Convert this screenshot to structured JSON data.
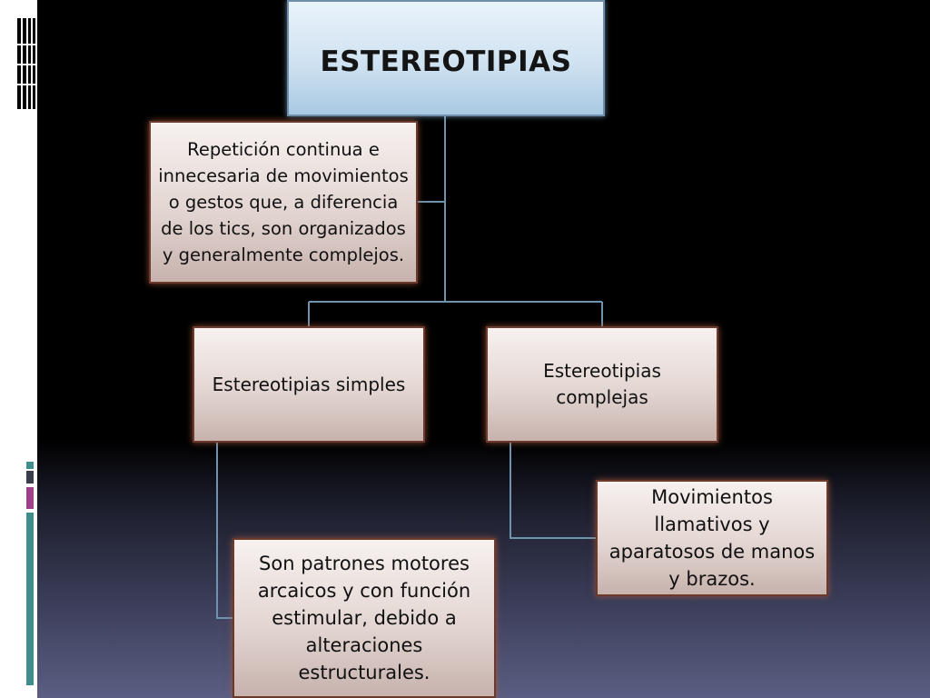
{
  "diagram": {
    "title": "ESTEREOTIPIAS",
    "definition": "Repetición continua e innecesaria de movimientos o gestos que, a diferencia de los tics, son organizados y generalmente complejos.",
    "branches": [
      {
        "label": "Estereotipias simples",
        "description": "Son patrones motores arcaicos  y con función estimular, debido a alteraciones estructurales."
      },
      {
        "label": "Estereotipias complejas",
        "description": "Movimientos llamativos y aparatosos de manos y brazos."
      }
    ]
  },
  "colors": {
    "title_fill": "#cfe2f1",
    "node_fill": "#e3d6d2",
    "node_border": "#6b3a2c",
    "connector": "#6f93ad"
  }
}
